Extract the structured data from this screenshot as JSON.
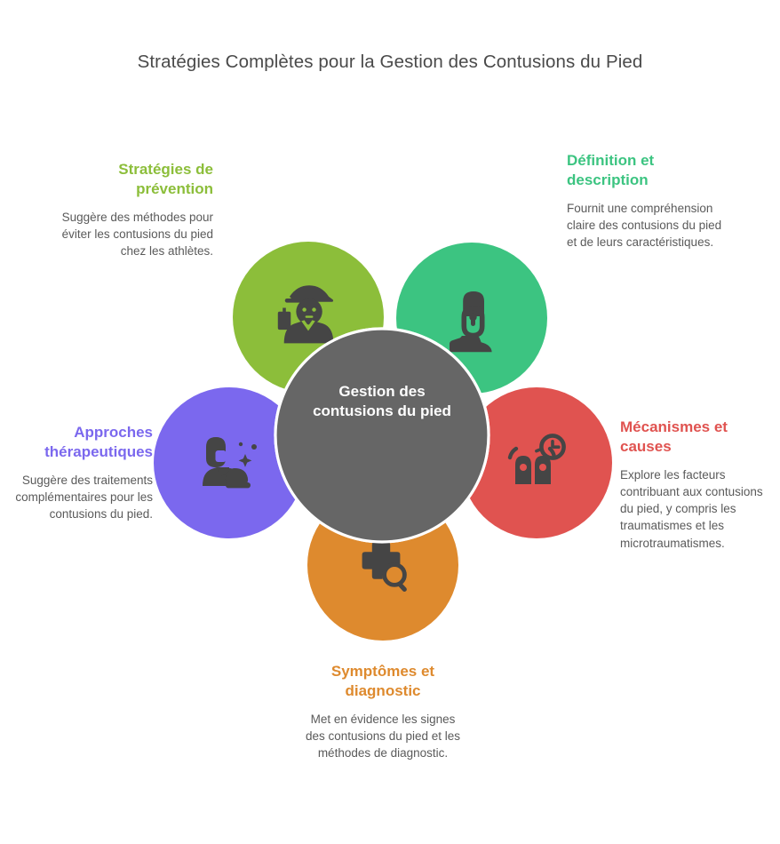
{
  "title": "Stratégies Complètes pour la Gestion des Contusions du Pied",
  "hub": {
    "label": "Gestion des contusions du pied",
    "color": "#666666",
    "text_color": "#ffffff"
  },
  "colors": {
    "background": "#ffffff",
    "title_text": "#4a4a4a",
    "body_text": "#5a5a5a",
    "outline": "#ffffff"
  },
  "segments": [
    {
      "key": "prevention",
      "title": "Stratégies de prévention",
      "description": "Suggère des méthodes pour éviter les contusions du pied chez les athlètes.",
      "color": "#8CBE3A",
      "icon": "athlete-coach-icon",
      "position": "top-left"
    },
    {
      "key": "definition",
      "title": "Définition et description",
      "description": "Fournit une compréhension claire des contusions du pied et de leurs caractéristiques.",
      "color": "#3CC481",
      "icon": "foot-brace-icon",
      "position": "top-right"
    },
    {
      "key": "mechanisms",
      "title": "Mécanismes et causes",
      "description": "Explore les facteurs contribuant aux contusions du pied, y compris les traumatismes et les microtraumatismes.",
      "color": "#E05350",
      "icon": "impact-clock-icon",
      "position": "right"
    },
    {
      "key": "symptoms",
      "title": "Symptômes et diagnostic",
      "description": "Met en évidence les signes des contusions du pied et les méthodes de diagnostic.",
      "color": "#DE8A2E",
      "icon": "medical-cross-search-icon",
      "position": "bottom"
    },
    {
      "key": "approaches",
      "title": "Approches thérapeutiques",
      "description": "Suggère des traitements complémentaires pour les contusions du pied.",
      "color": "#7B68EE",
      "icon": "therapy-care-icon",
      "position": "left"
    }
  ],
  "chart_data": {
    "type": "diagram",
    "diagram_type": "hub-and-petal-venn",
    "title": "Stratégies Complètes pour la Gestion des Contusions du Pied",
    "center_node": "Gestion des contusions du pied",
    "nodes": [
      {
        "label": "Stratégies de prévention",
        "color": "#8CBE3A",
        "angle_deg": 234
      },
      {
        "label": "Définition et description",
        "color": "#3CC481",
        "angle_deg": 306
      },
      {
        "label": "Mécanismes et causes",
        "color": "#E05350",
        "angle_deg": 18
      },
      {
        "label": "Symptômes et diagnostic",
        "color": "#DE8A2E",
        "angle_deg": 90
      },
      {
        "label": "Approches thérapeutiques",
        "color": "#7B68EE",
        "angle_deg": 162
      }
    ],
    "hub_radius": 120,
    "petal_radius": 85,
    "petal_orbit_radius": 132
  }
}
